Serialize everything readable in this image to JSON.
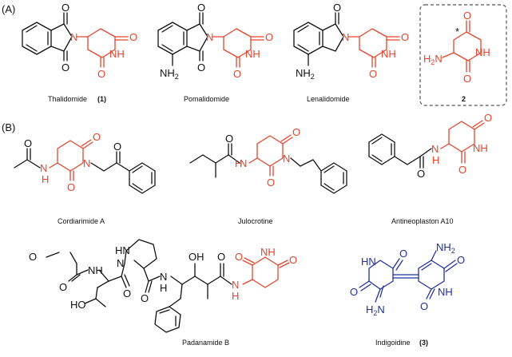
{
  "panels": {
    "a": "(A)",
    "b": "(B)"
  },
  "compounds": {
    "thalidomide": {
      "name": "Thalidomide",
      "num": "(1)"
    },
    "pomalidomide": {
      "name": "Pomalidomide"
    },
    "lenalidomide": {
      "name": "Lenalidomide"
    },
    "core": {
      "num": "2",
      "star": "*"
    },
    "cordiarimide": {
      "name": "Cordiarimide   A"
    },
    "julocrotine": {
      "name": "Julocrotine"
    },
    "antineoplaston": {
      "name": "Antineoplaston A10"
    },
    "padanamide": {
      "name": "Padanamide B"
    },
    "indigoidine": {
      "name": "Indigoidine",
      "num": "(3)"
    }
  },
  "atoms": {
    "O": "O",
    "N": "N",
    "NH": "NH",
    "H": "H",
    "HN": "HN",
    "NH2_main": "NH",
    "sub2": "2",
    "H2N_main": "H",
    "H2N_sub": "2",
    "H2N_N": "N",
    "HO": "HO",
    "OH": "OH"
  },
  "colors": {
    "glutarimide": "#e8432b",
    "indigoidine": "#2030a0",
    "scaffold": "#111111",
    "dashed_box": "#555555"
  }
}
